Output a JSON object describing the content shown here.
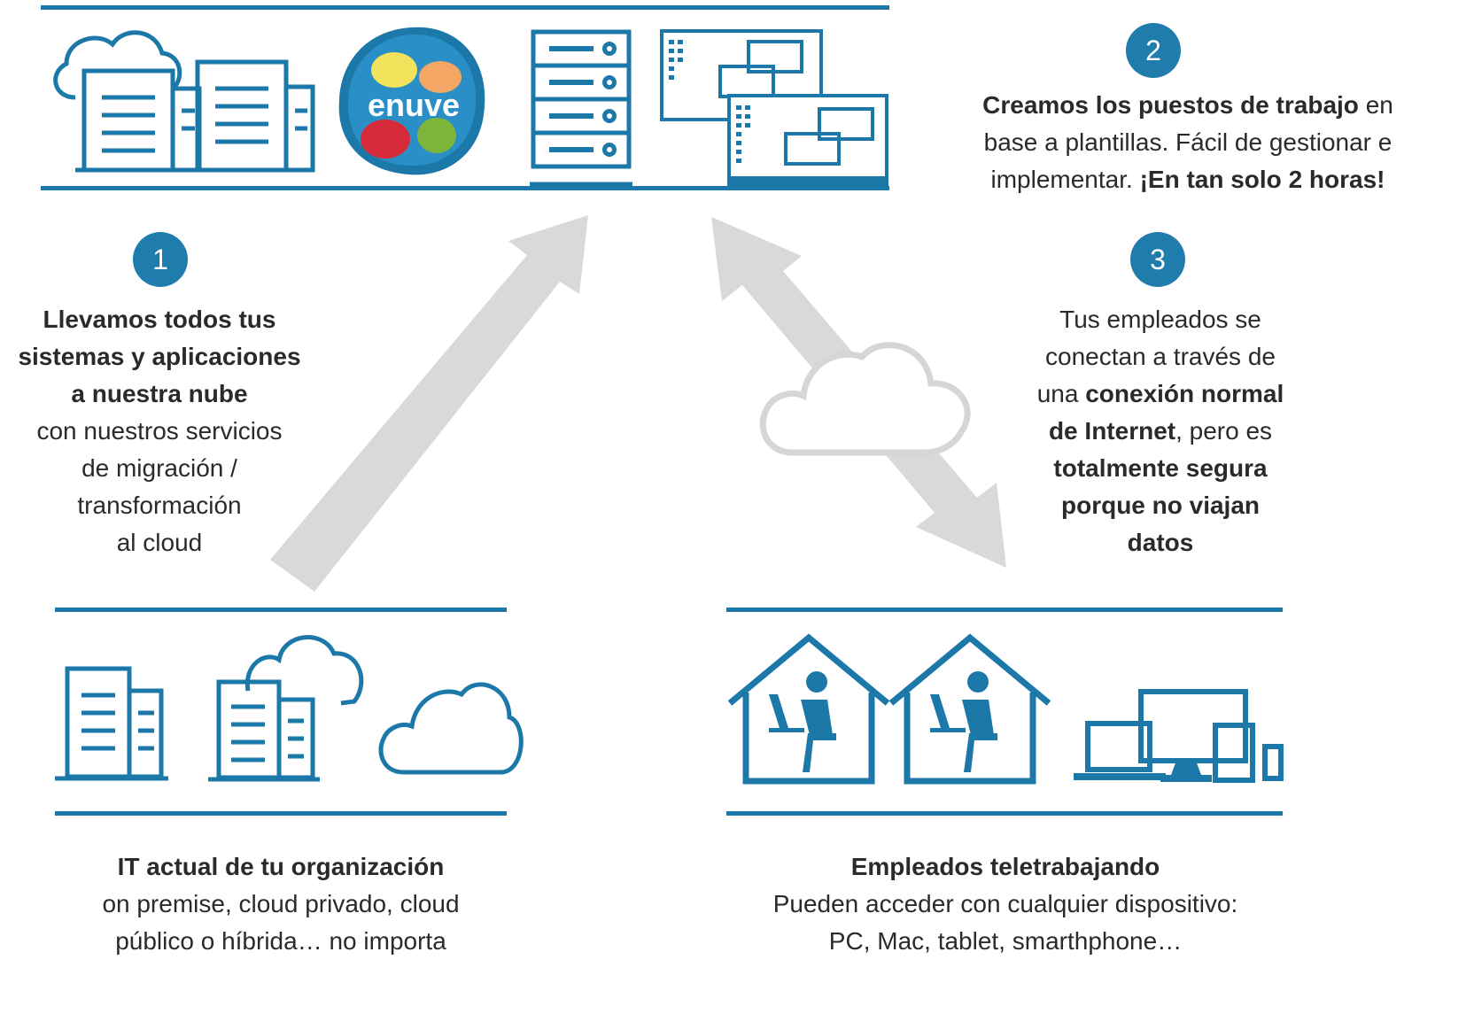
{
  "brand": {
    "logo_text": "enuve",
    "accent": "#1b78a8",
    "arrow": "#d9d9d9"
  },
  "steps": [
    {
      "number": "1",
      "lines": [
        {
          "bold": "Llevamos todos tus"
        },
        {
          "bold": "sistemas y aplicaciones"
        },
        {
          "bold": "a nuestra nube"
        },
        {
          "normal": "con nuestros servicios"
        },
        {
          "normal": "de migración /"
        },
        {
          "normal": "transformación"
        },
        {
          "normal": "al cloud"
        }
      ]
    },
    {
      "number": "2",
      "line1_bold": "Creamos los puestos de trabajo",
      "line1_rest": " en",
      "line2": "base a plantillas. Fácil de gestionar e",
      "line3_normal": "implementar. ",
      "line3_bold": "¡En tan solo 2 horas!"
    },
    {
      "number": "3",
      "l1": "Tus empleados se",
      "l2": "conectan a través de",
      "l3_normal": "una ",
      "l3_bold": "conexión normal",
      "l4_bold": "de Internet",
      "l4_normal": ", pero es",
      "l5_bold": "totalmente segura",
      "l6_bold": "porque no viajan",
      "l7_bold": "datos"
    }
  ],
  "bottom_left": {
    "title": "IT actual de tu organización",
    "line1": "on premise, cloud privado, cloud",
    "line2": "público o híbrida… no importa"
  },
  "bottom_right": {
    "title": "Empleados teletrabajando",
    "line1": "Pueden acceder con cualquier dispositivo:",
    "line2": "PC, Mac, tablet, smarthphone…"
  }
}
